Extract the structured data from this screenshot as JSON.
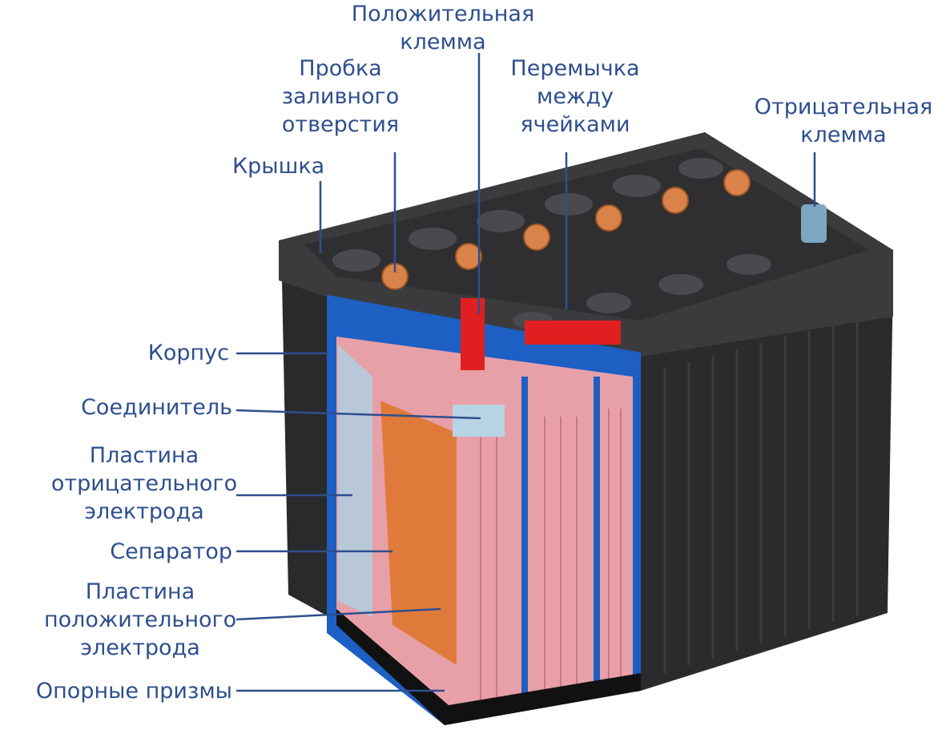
{
  "labels": {
    "positive_terminal": [
      "Положительная",
      "клемма"
    ],
    "filler_plug": [
      "Пробка",
      "заливного",
      "отверстия"
    ],
    "cell_connector": [
      "Перемычка",
      "между",
      "ячейками"
    ],
    "negative_terminal": [
      "Отрицательная",
      "клемма"
    ],
    "lid": "Крышка",
    "case": "Корпус",
    "connector": "Соединитель",
    "negative_plate": [
      "Пластина",
      "отрицательного",
      "электрода"
    ],
    "separator": "Сепаратор",
    "positive_plate": [
      "Пластина",
      "положительного",
      "электрода"
    ],
    "support_prisms": "Опорные призмы"
  },
  "colors": {
    "label": "#2e4f8e",
    "leader": "#2e4f8e",
    "case": "#2b2b2d",
    "lid": "#3a3a3c",
    "cutaway": "#1e5fc4",
    "plate_pink": "#e8a0a8",
    "plate_orange": "#e07a3a",
    "terminal_red": "#e02020",
    "cap_orange": "#d9834a"
  }
}
